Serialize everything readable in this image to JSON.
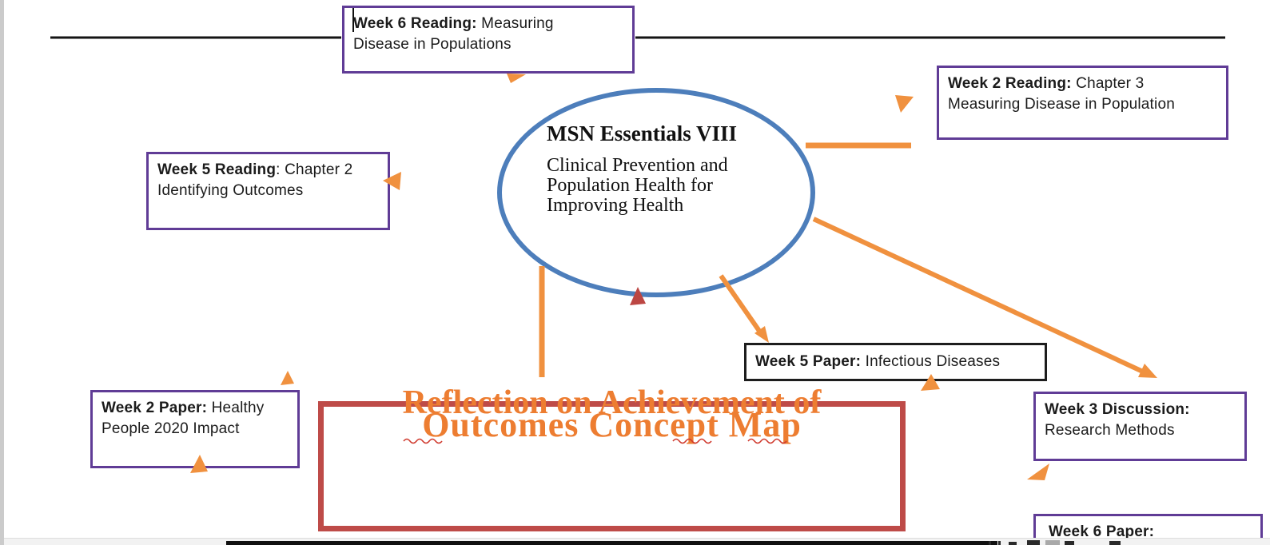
{
  "colors": {
    "box_purple": "#603C96",
    "ellipse_blue": "#4D7EBB",
    "frame_red": "#BE4B48",
    "accent_orange": "#F0913F",
    "wordart_orange": "#ED7D31",
    "dark_red": "#BC4643"
  },
  "nodes": {
    "week6_reading": {
      "title": "Week 6 Reading:",
      "rest": " Measuring",
      "line2": "Disease in Populations"
    },
    "week2_reading": {
      "title": "Week 2 Reading:",
      "rest": " Chapter 3",
      "line2": "Measuring Disease in Population"
    },
    "week5_reading": {
      "title": "Week 5 Reading",
      "rest": ": Chapter 2",
      "line2": "Identifying Outcomes"
    },
    "week5_paper": {
      "title": "Week 5 Paper:",
      "rest": " Infectious Diseases",
      "line2": ""
    },
    "week2_paper": {
      "title": "Week 2 Paper:",
      "rest": " Healthy",
      "line2": "People 2020 Impact"
    },
    "week3_discussion": {
      "title": "Week 3 Discussion:",
      "rest": "",
      "line2": "Research Methods"
    },
    "week6_paper": {
      "title": "Week 6 Paper:",
      "rest": "",
      "line2": ""
    }
  },
  "center_ellipse": {
    "title": "MSN Essentials VIII",
    "body_line1": "Clinical Prevention and",
    "body_line2": "Population Health for",
    "body_line3": "Improving Health"
  },
  "wordart": {
    "line1": "Reflection on Achievement of",
    "line2": "Outcomes Concept Map"
  }
}
